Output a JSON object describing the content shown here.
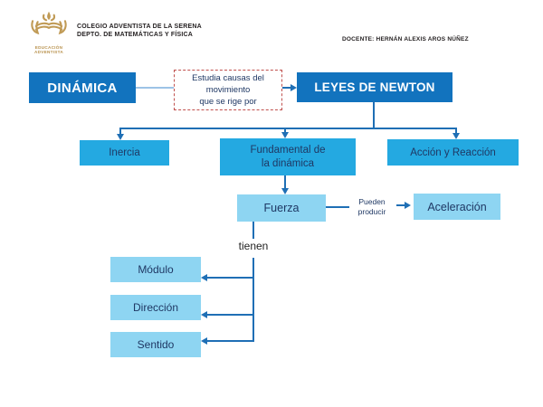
{
  "colors": {
    "box-primary": "#1273BE",
    "box-secondary": "#24A9E1",
    "box-tertiary": "#8ED5F2",
    "connector": "#1F6FB5",
    "connector-light": "#9DC3E6",
    "dashed-border": "#C0504D",
    "text-navy": "#1F3864",
    "logo-gold": "#B8914C"
  },
  "header": {
    "logo_caption_line1": "EDUCACIÓN",
    "logo_caption_line2": "ADVENTISTA",
    "school_line1": "COLEGIO ADVENTISTA DE LA SERENA",
    "school_line2": "DEPTO. DE MATEMÁTICAS  Y FÍSICA",
    "teacher": "DOCENTE: HERNÁN ALEXIS AROS NÚÑEZ"
  },
  "diagram": {
    "dinamica": "DINÁMICA",
    "estudia_line1": "Estudia causas del",
    "estudia_line2": "movimiento",
    "estudia_line3": "que se rige por",
    "leyes": "LEYES DE NEWTON",
    "inercia": "Inercia",
    "fundamental_line1": "Fundamental de",
    "fundamental_line2": "la dinámica",
    "accion": "Acción y Reacción",
    "fuerza": "Fuerza",
    "pueden_line1": "Pueden",
    "pueden_line2": "producir",
    "aceleracion": "Aceleración",
    "tienen": "tienen",
    "modulo": "Módulo",
    "direccion": "Dirección",
    "sentido": "Sentido"
  }
}
